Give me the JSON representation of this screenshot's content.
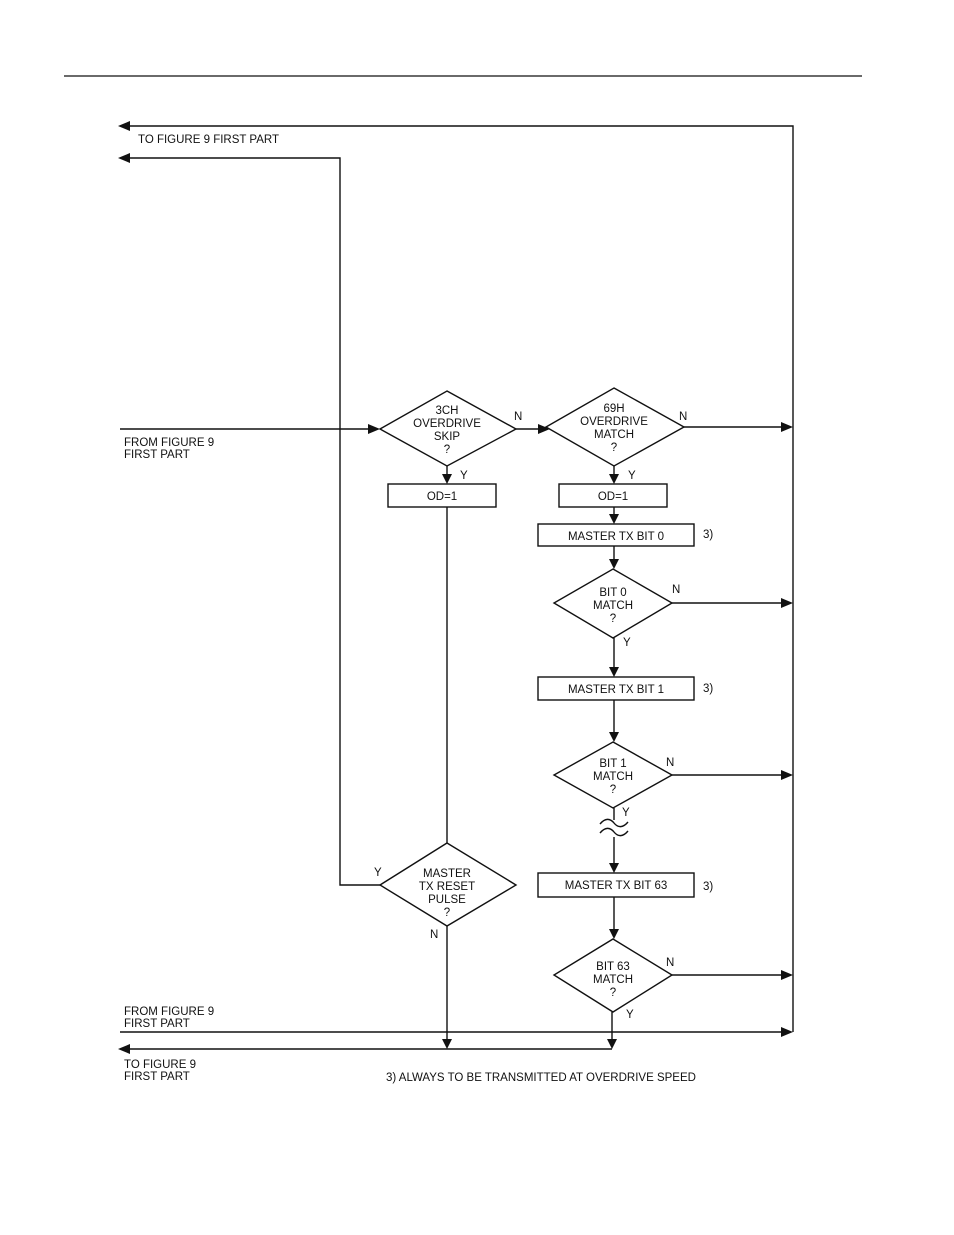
{
  "edge_labels": {
    "to_fig9_top": "TO FIGURE 9 FIRST PART",
    "from_fig9_mid": [
      "FROM FIGURE 9",
      "FIRST PART"
    ],
    "from_fig9_bottom": [
      "FROM FIGURE 9",
      "FIRST PART"
    ],
    "to_fig9_bottom": [
      "TO FIGURE 9",
      "FIRST PART"
    ]
  },
  "decisions": {
    "skip_3ch": [
      "3CH",
      "OVERDRIVE",
      "SKIP",
      "?"
    ],
    "match_69h": [
      "69H",
      "OVERDRIVE",
      "MATCH",
      "?"
    ],
    "bit0": [
      "BIT 0",
      "MATCH",
      "?"
    ],
    "bit1": [
      "BIT 1",
      "MATCH",
      "?"
    ],
    "bit63": [
      "BIT 63",
      "MATCH",
      "?"
    ],
    "reset": [
      "MASTER",
      "TX RESET",
      "PULSE",
      "?"
    ]
  },
  "processes": {
    "od_left": "OD=1",
    "od_right": "OD=1",
    "tx_bit0": "MASTER TX BIT 0",
    "tx_bit1": "MASTER TX BIT 1",
    "tx_bit63": "MASTER TX BIT 63"
  },
  "branch_labels": {
    "yes": "Y",
    "no": "N"
  },
  "footnote_ref": "3)",
  "footnote": "3) ALWAYS TO BE TRANSMITTED AT OVERDRIVE SPEED"
}
